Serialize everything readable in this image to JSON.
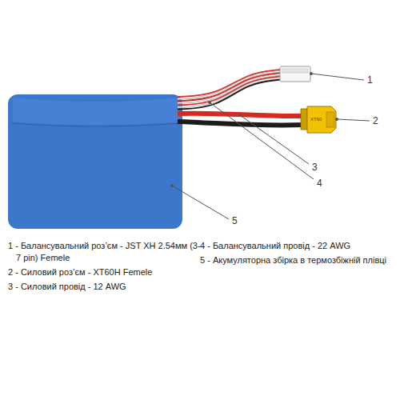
{
  "diagram": {
    "labels": [
      "1",
      "2",
      "3",
      "4",
      "5",
      "XT60",
      "1 - Балансувальний роз’єм - JST XH 2.54мм (3-7 pin) Femele",
      "2 - Силовий роз’єм - XT60H Femele",
      "3 - Силовий провід - 12 AWG",
      "4 - Балансувальний провід - 22 AWG",
      "5 - Акумуляторна збірка в термозбіжній плівці"
    ]
  }
}
